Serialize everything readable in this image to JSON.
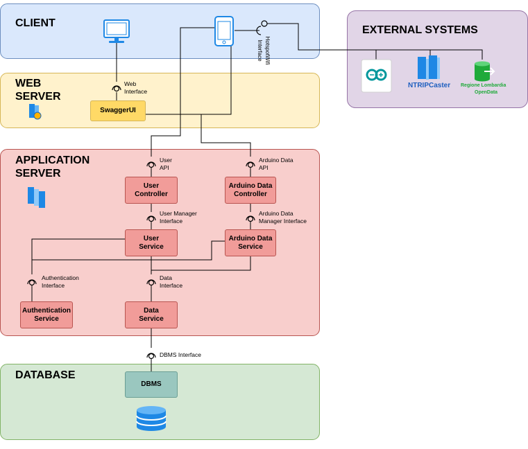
{
  "lanes": {
    "client": "CLIENT",
    "web_server": "WEB\nSERVER",
    "application_server": "APPLICATION\nSERVER",
    "database": "DATABASE",
    "external_systems": "EXTERNAL SYSTEMS"
  },
  "components": {
    "swagger_ui": "SwaggerUI",
    "user_controller": "User\nController",
    "arduino_data_controller": "Arduino Data\nController",
    "user_service": "User\nService",
    "arduino_data_service": "Arduino Data\nService",
    "authentication_service": "Authentication\nService",
    "data_service": "Data\nService",
    "dbms": "DBMS"
  },
  "interfaces": {
    "web_interface": "Web\nInterface",
    "user_api": "User\nAPI",
    "arduino_data_api": "Arduino Data\nAPI",
    "user_manager_interface": "User Manager\nInterface",
    "arduino_data_manager_interface": "Arduino Data\nManager Interface",
    "authentication_interface": "Authentication\nInterface",
    "data_interface": "Data\nInterface",
    "dbms_interface": "DBMS Interface",
    "hotspot_wifi_interface": "HotspotWifi\nInterface"
  },
  "external": {
    "ntripcaster": "NTRIPCaster",
    "regione_lombardia": "Regione Lombardia",
    "opendata": "OpenData"
  },
  "colors": {
    "client_fill": "#dae8fc",
    "client_stroke": "#6c8ebf",
    "web_fill": "#fff2cc",
    "web_stroke": "#d6b656",
    "app_fill": "#f8cecc",
    "app_stroke": "#b85450",
    "db_fill": "#d5e8d4",
    "db_stroke": "#82b366",
    "ext_fill": "#e1d5e7",
    "ext_stroke": "#9673a6",
    "swagger_fill": "#ffd966",
    "comp_fill": "#f19c99",
    "dbms_fill": "#9ac7bf",
    "icon_blue": "#1e88e5",
    "green": "#1faa3a"
  },
  "icons": [
    "monitor-icon",
    "smartphone-icon",
    "server-stack-icon",
    "database-cylinder-icon",
    "arduino-logo-icon",
    "data-export-icon"
  ]
}
